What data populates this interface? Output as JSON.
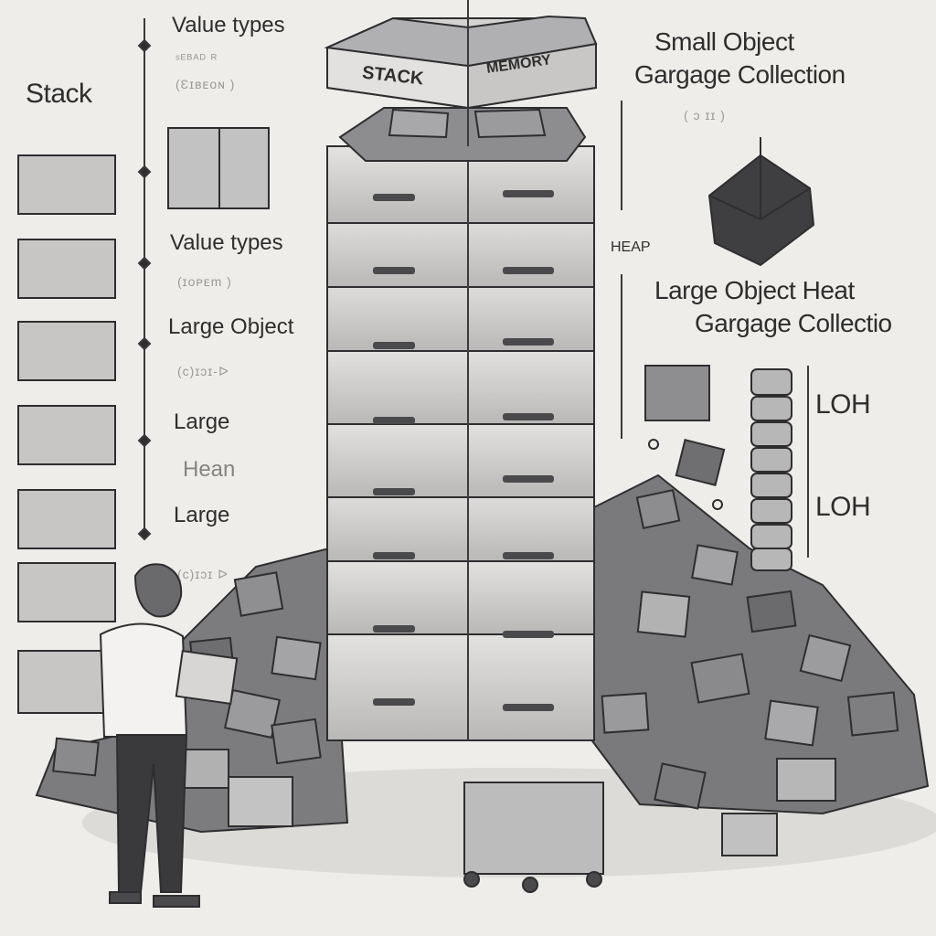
{
  "left_column": {
    "stack_title": "Stack",
    "value_types_1": "Value types",
    "sub_1": "ˢᴱᴮᴬᴰ ᴿ",
    "sub_1b": "(Ɛɪʙᴇᴏɴ )",
    "value_types_2": "Value types",
    "sub_2": "(ɪoᴘᴇm )",
    "large_object": "Large Object",
    "sub_3": "(ᴄ)ɪɔɪ-ᐅ",
    "large_1": "Large",
    "heap": "Hean",
    "large_2": "Large",
    "sub_4": "(ᴄ)ɪɔɪ ᐅ"
  },
  "tower": {
    "top_left": "STACK",
    "top_right": "MEMORY"
  },
  "right_column": {
    "soh_line1": "Small Object",
    "soh_line2": "Gargage Collection",
    "soh_sub": "( ɔ ɪɪ )",
    "heap_label": "HEAP",
    "loh_line1": "Large Object Heat",
    "loh_line2": "Gargage Collectio",
    "loh_1": "LOH",
    "loh_2": "LOH"
  },
  "colors": {
    "background": "#eeedea",
    "block_top": "#c9c8c6",
    "block_side": "#9a999a",
    "block_dark": "#5e5d60",
    "ink": "#2b2b2b"
  }
}
